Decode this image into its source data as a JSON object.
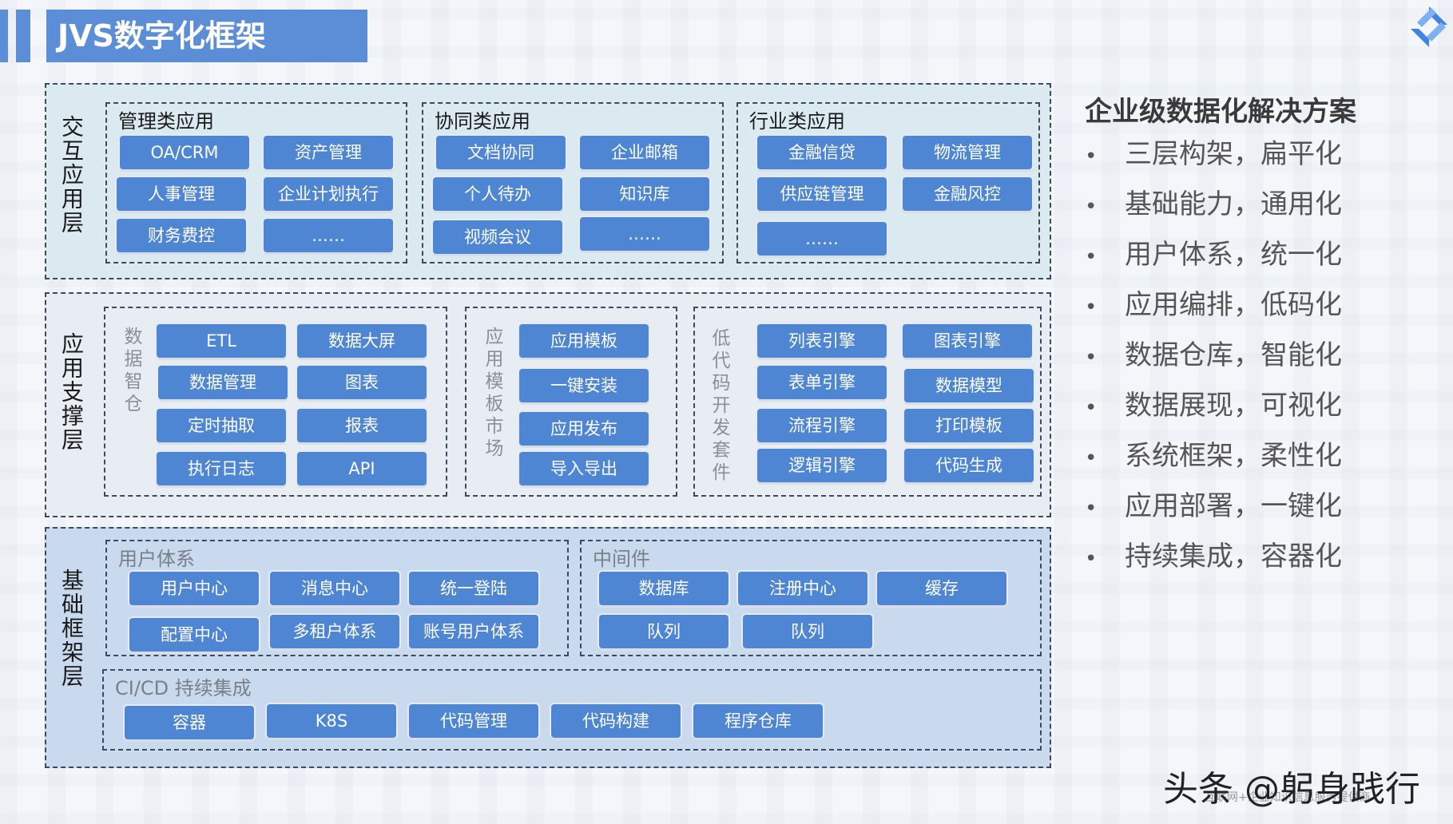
{
  "title": "JVS数字化框架",
  "layers": {
    "interaction": {
      "label": "交互应用层",
      "groups": [
        {
          "title": "管理类应用",
          "items": [
            "OA/CRM",
            "资产管理",
            "人事管理",
            "企业计划执行",
            "财务费控",
            "……"
          ]
        },
        {
          "title": "协同类应用",
          "items": [
            "文档协同",
            "企业邮箱",
            "个人待办",
            "知识库",
            "视频会议",
            "……"
          ]
        },
        {
          "title": "行业类应用",
          "items": [
            "金融信贷",
            "物流管理",
            "供应链管理",
            "金融风控",
            "……"
          ]
        }
      ]
    },
    "support": {
      "label": "应用支撑层",
      "groups": [
        {
          "title": "数据智仓",
          "items": [
            "ETL",
            "数据大屏",
            "数据管理",
            "图表",
            "定时抽取",
            "报表",
            "执行日志",
            "API"
          ]
        },
        {
          "title": "应用模板市场",
          "items": [
            "应用模板",
            "一键安装",
            "应用发布",
            "导入导出"
          ]
        },
        {
          "title": "低代码开发套件",
          "items": [
            "列表引擎",
            "图表引擎",
            "表单引擎",
            "数据模型",
            "流程引擎",
            "打印模板",
            "逻辑引擎",
            "代码生成"
          ]
        }
      ]
    },
    "foundation": {
      "label": "基础框架层",
      "groups": [
        {
          "title": "用户体系",
          "items": [
            "用户中心",
            "消息中心",
            "统一登陆",
            "配置中心",
            "多租户体系",
            "账号用户体系"
          ]
        },
        {
          "title": "中间件",
          "items": [
            "数据库",
            "注册中心",
            "缓存",
            "队列",
            "队列"
          ]
        },
        {
          "title": "CI/CD 持续集成",
          "items": [
            "容器",
            "K8S",
            "代码管理",
            "代码构建",
            "程序仓库"
          ]
        }
      ]
    }
  },
  "right_panel": {
    "title": "企业级数据化解决方案",
    "bullet": "•",
    "features": [
      "三层构架，扁平化",
      "基础能力，通用化",
      "用户体系，统一化",
      "应用编排，低码化",
      "数据仓库，智能化",
      "数据展现，可视化",
      "系统框架，柔性化",
      "应用部署，一键化",
      "持续集成，容器化"
    ]
  },
  "watermark": "头条 @躬身践行",
  "disclaimer": "互联网+企业知识信息服务提供商",
  "colors": {
    "accent": "#5b8ed6",
    "button": "#4f86d4",
    "layer_bg_top": "#dbe9f0",
    "layer_bg_bottom": "#c9d9ee"
  }
}
